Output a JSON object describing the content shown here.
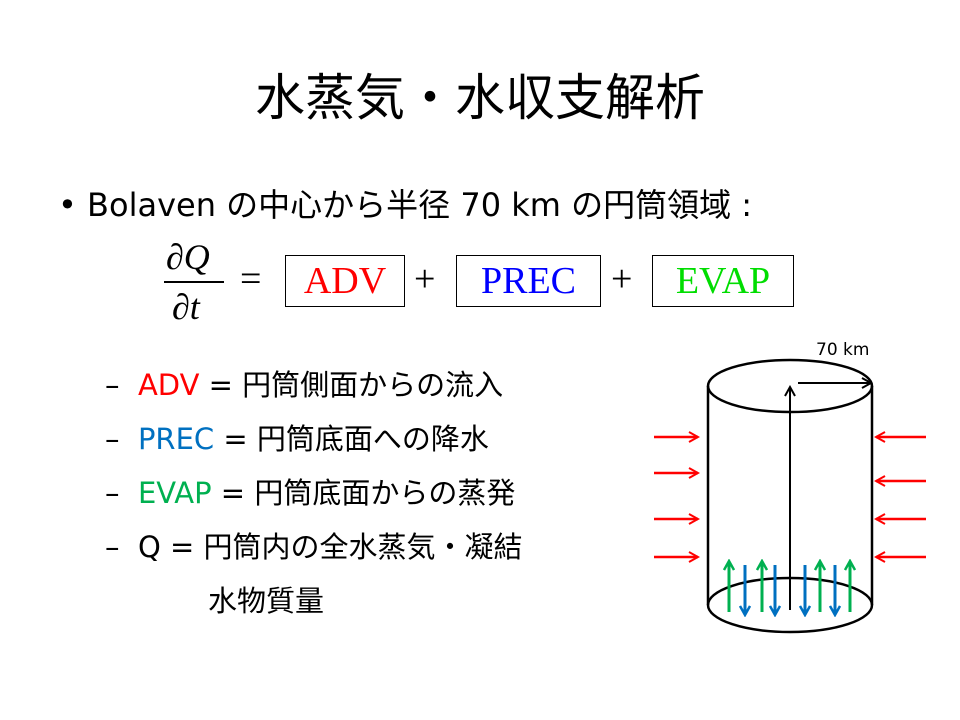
{
  "title": "水蒸気・水収支解析",
  "bullet": {
    "marker": "•",
    "text": "Bolaven の中心から半径 70 km の円筒領域 :"
  },
  "equation": {
    "numerator": "∂Q",
    "denominator": "∂t",
    "equals": "=",
    "plus": "+",
    "terms": [
      {
        "label": "ADV",
        "color": "#ff0000"
      },
      {
        "label": "PREC",
        "color": "#0000ff"
      },
      {
        "label": "EVAP",
        "color": "#00dd00"
      }
    ]
  },
  "items": [
    {
      "dash": "–",
      "term": "ADV",
      "color": "#ff0000",
      "desc": " = 円筒側面からの流入"
    },
    {
      "dash": "–",
      "term": "PREC",
      "color": "#0070c0",
      "desc": " = 円筒底面への降水"
    },
    {
      "dash": "–",
      "term": "EVAP",
      "color": "#00b050",
      "desc": " = 円筒底面からの蒸発"
    },
    {
      "dash": "–",
      "term": "Q",
      "color": "#000000",
      "desc": " = 円筒内の全水蒸気・凝結",
      "cont": "水物質量"
    }
  ],
  "diagram": {
    "radius_label": "70 km",
    "colors": {
      "adv": "#ff0000",
      "prec": "#0070c0",
      "evap": "#00b050"
    }
  }
}
